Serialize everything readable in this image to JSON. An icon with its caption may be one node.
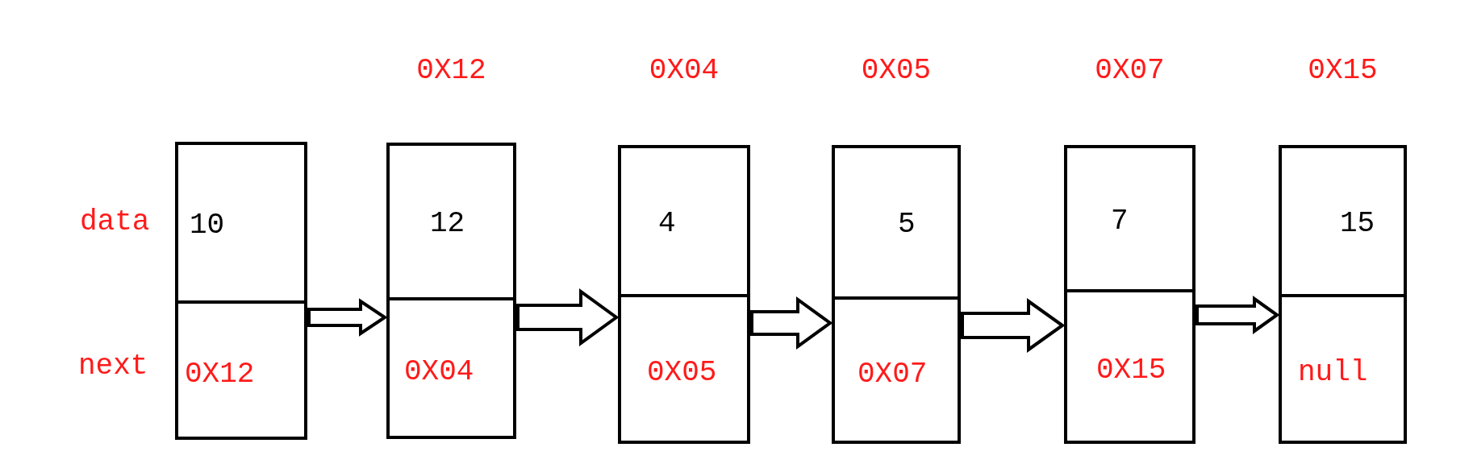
{
  "diagram": {
    "nodes": [
      {
        "text": [
          "10",
          "0X12"
        ]
      },
      {
        "text": [
          "12",
          "0X04"
        ],
        "beside": [
          "0X12"
        ]
      },
      {
        "text": [
          "4",
          "0X05"
        ],
        "beside": [
          "0X04"
        ]
      },
      {
        "text": [
          "5",
          "0X07"
        ],
        "beside": [
          "0X05"
        ]
      },
      {
        "text": [
          "7",
          "0X15"
        ],
        "beside": [
          "0X07"
        ]
      },
      {
        "text": [
          "15",
          "null"
        ],
        "beside": [
          "0X15"
        ]
      }
    ],
    "edges": [
      {
        "from": 0,
        "to": 1,
        "arrow": "to"
      },
      {
        "from": 1,
        "to": 2,
        "arrow": "to"
      },
      {
        "from": 2,
        "to": 3,
        "arrow": "to"
      },
      {
        "from": 3,
        "to": 4,
        "arrow": "to"
      },
      {
        "from": 4,
        "to": 5,
        "arrow": "to"
      }
    ],
    "labels": [
      "data",
      "next"
    ]
  }
}
